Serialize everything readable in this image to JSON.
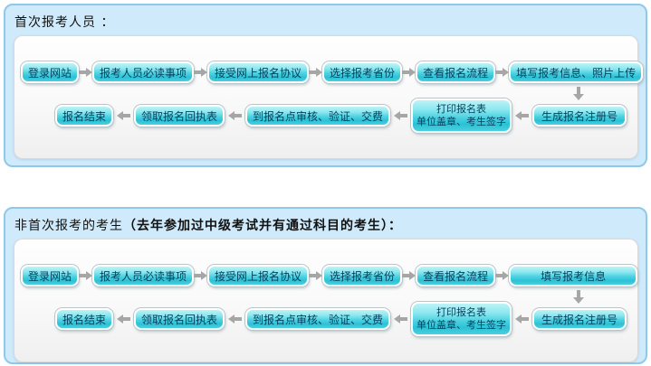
{
  "colors": {
    "panel_background": "#cfeafa",
    "panel_border": "#8ec9e9",
    "inner_box_background": "#f7f7f7",
    "button_gradient_top": "#8ce8ef",
    "button_gradient_bottom": "#2bc1d6",
    "button_text": "#053e5c",
    "arrow": "#a6a6a6"
  },
  "icons": {
    "arrow_right": "right-block-arrow",
    "arrow_left": "left-block-arrow",
    "arrow_down": "down-block-arrow"
  },
  "section1": {
    "title": "首次报考人员 ：",
    "top": [
      "登录网站",
      "报考人员必读事项",
      "接受网上报名协议",
      "选择报考省份",
      "查看报名流程",
      "填写报考信息、照片上传"
    ],
    "bottom": [
      "报名结束",
      "领取报名回执表",
      "到报名点审核、验证、交费"
    ],
    "print_line1": "打印报名表",
    "print_line2": "单位盖章、考生签字",
    "register": "生成报名注册号"
  },
  "section2": {
    "title_normal": "非首次报考的考生",
    "title_bold": "（去年参加过中级考试并有通过科目的考生）：",
    "top": [
      "登录网站",
      "报考人员必读事项",
      "接受网上报名协议",
      "选择报考省份",
      "查看报名流程",
      "填写报考信息"
    ],
    "bottom": [
      "报名结束",
      "领取报名回执表",
      "到报名点审核、验证、交费"
    ],
    "print_line1": "打印报名表",
    "print_line2": "单位盖章、考生签字",
    "register": "生成报名注册号"
  }
}
